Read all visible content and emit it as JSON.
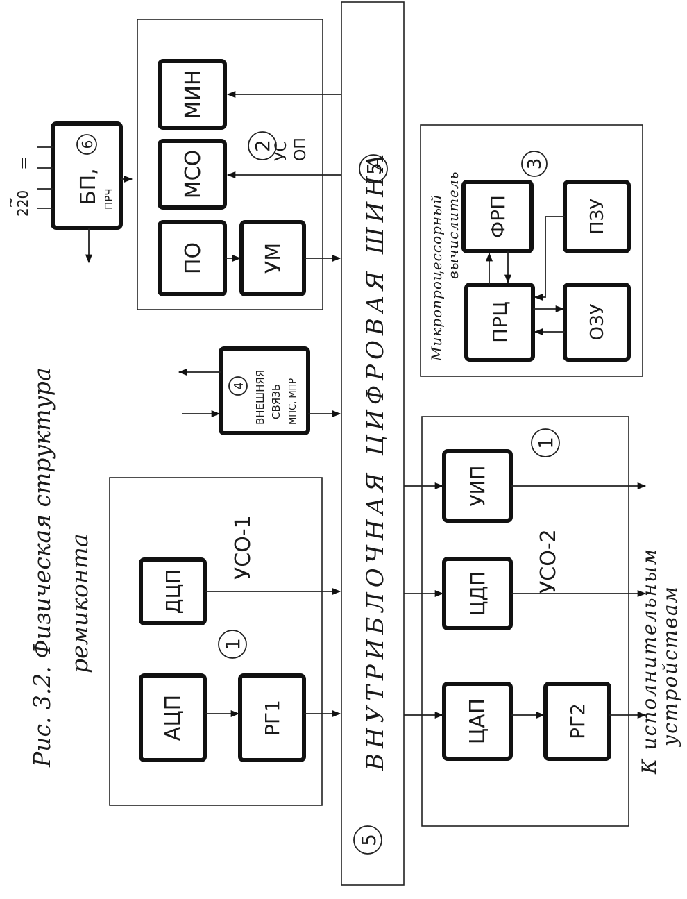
{
  "caption": {
    "line1": "Рис. 3.2. Физическая структура",
    "line2": "ремиконта"
  },
  "bus": {
    "label": "ВНУТРИБЛОЧНАЯ ЦИФРОВАЯ ШИНА",
    "number_top": "5",
    "number_bottom": "5"
  },
  "psu": {
    "label": "БП,",
    "sublabel": "ПРЧ",
    "number": "6",
    "input_ac": "220",
    "input_ac_symbol": "~",
    "input_dc_symbol": "="
  },
  "uso1": {
    "title": "УСО-1",
    "number": "1",
    "blocks": {
      "adc": "АЦП",
      "rg1": "РГ1",
      "dcp": "ДЦП"
    }
  },
  "ext": {
    "line1": "ВНЕШНЯЯ",
    "line2": "СВЯЗЬ",
    "line3": "МПС, МПР",
    "number": "4"
  },
  "usop": {
    "title_line1": "УС",
    "title_line2": "ОП",
    "number": "2",
    "blocks": {
      "po": "ПО",
      "um": "УМ",
      "mso": "МСО",
      "min": "МИН"
    }
  },
  "uso2": {
    "title": "УСО-2",
    "number": "1",
    "blocks": {
      "dac": "ЦАП",
      "rg2": "РГ2",
      "cdp": "ЦДП",
      "uip": "УИП"
    },
    "output_line1": "К исполнительным",
    "output_line2": "устройствам"
  },
  "mcu": {
    "title_line1": "Микропроцессорный",
    "title_line2": "вычислитель",
    "number": "3",
    "blocks": {
      "cpu": "ПРЦ",
      "frp": "ФРП",
      "ram": "ОЗУ",
      "rom": "ПЗУ"
    }
  }
}
